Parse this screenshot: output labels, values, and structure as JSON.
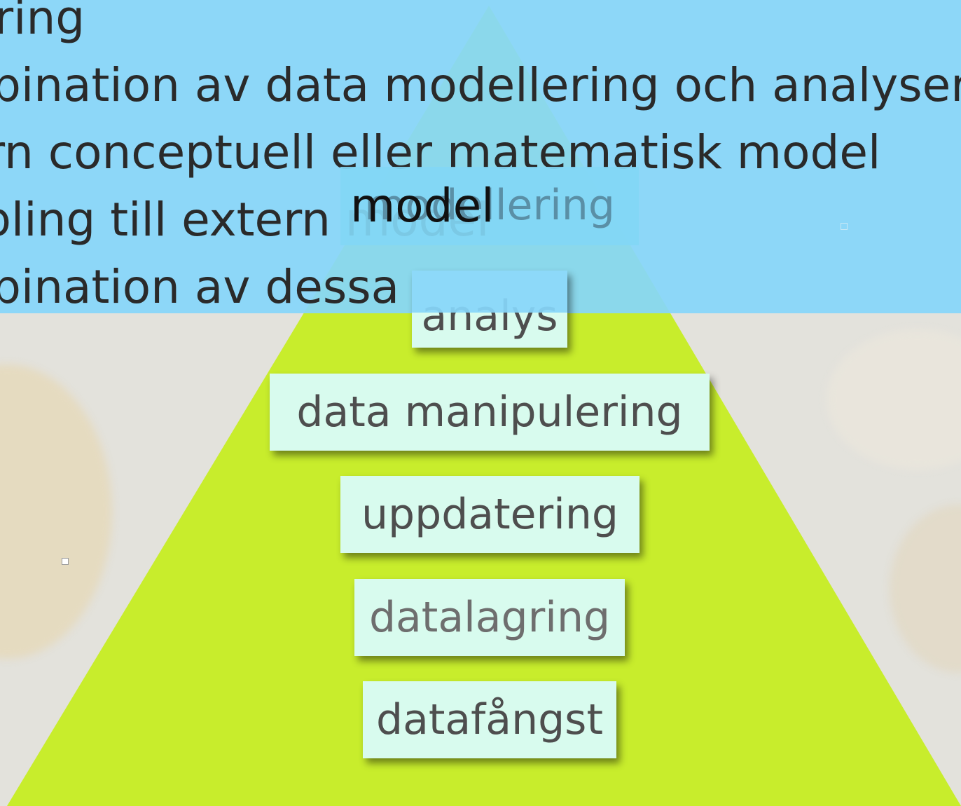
{
  "bullets": [
    "ring",
    "bination av data modellering och analyser",
    "rn conceptuell eller matematisk model",
    "pling till extern model",
    "bination av dessa"
  ],
  "pyramid": {
    "levels": [
      "modellering",
      "analys",
      "data manipulering",
      "uppdatering",
      "datalagring",
      "datafångst"
    ]
  },
  "overlay_word": "model",
  "colors": {
    "pyramid_fill": "#c8ed2c",
    "pyramid_top_fill": "#86d8c4",
    "overlay": "#87d6fa",
    "box_fill": "#d8fbee",
    "background": "#e3e2dc"
  }
}
